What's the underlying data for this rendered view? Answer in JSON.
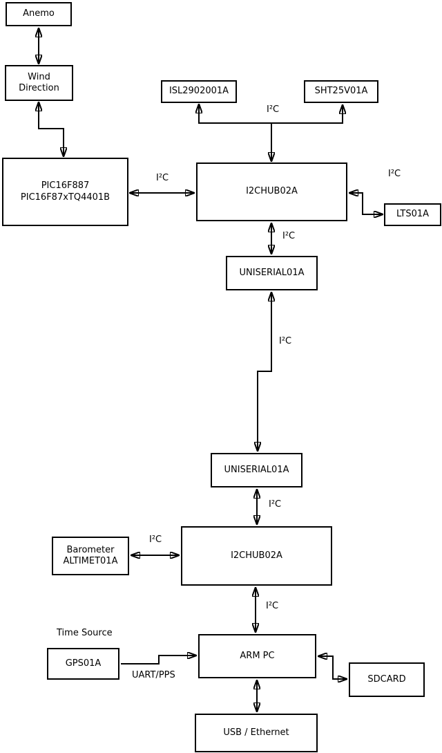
{
  "diagram": {
    "colors": {
      "background": "#ffffff",
      "line": "#000000",
      "box_fill": "#ffffff"
    },
    "nodes": {
      "anemo": {
        "label": "Anemo"
      },
      "wind_direction": {
        "line1": "Wind",
        "line2": "Direction"
      },
      "pic": {
        "line1": "PIC16F887",
        "line2": "PIC16F87xTQ4401B"
      },
      "isl": {
        "label": "ISL2902001A"
      },
      "sht": {
        "label": "SHT25V01A"
      },
      "i2chub_top": {
        "label": "I2CHUB02A"
      },
      "lts": {
        "label": "LTS01A"
      },
      "uniserial_top": {
        "label": "UNISERIAL01A"
      },
      "uniserial_bottom": {
        "label": "UNISERIAL01A"
      },
      "i2chub_bottom": {
        "label": "I2CHUB02A"
      },
      "barometer": {
        "line1": "Barometer",
        "line2": "ALTIMET01A"
      },
      "gps": {
        "label": "GPS01A"
      },
      "arm_pc": {
        "label": "ARM PC"
      },
      "sdcard": {
        "label": "SDCARD"
      },
      "usb": {
        "label": "USB / Ethernet"
      }
    },
    "edge_labels": {
      "sensors_bus": "I²C",
      "pic_hub": "I²C",
      "lts_bus": "I²C",
      "hub_uniserial": "I²C",
      "uniserial_link": "I²C",
      "uniserial_hub2": "I²C",
      "barometer_bus": "I²C",
      "hub2_arm": "I²C",
      "time_source": "Time Source",
      "uart_pps": "UART/PPS"
    }
  }
}
